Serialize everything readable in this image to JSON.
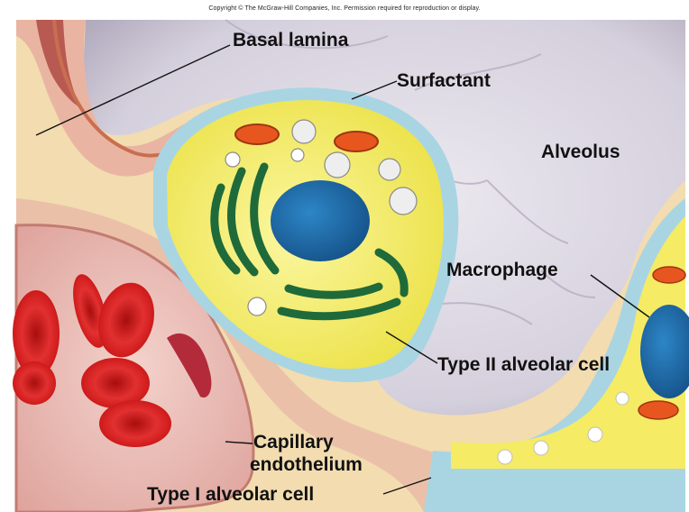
{
  "copyright": "Copyright © The McGraw-Hill Companies, Inc. Permission required for reproduction or display.",
  "labels": {
    "basal_lamina": "Basal lamina",
    "surfactant": "Surfactant",
    "alveolus": "Alveolus",
    "macrophage": "Macrophage",
    "type2": "Type II alveolar cell",
    "capillary": "Capillary",
    "endothelium": "endothelium",
    "type1": "Type I alveolar cell"
  },
  "colors": {
    "alveolus": "#d8d3df",
    "cytoplasm": "#f3ec52",
    "surfactant": "#a9d5e3",
    "nucleus": "#1f6fae",
    "golgi_er": "#1f6a3a",
    "mitochondria": "#e8561f",
    "tissue": "#f0d59a",
    "red_blood_cell": "#d81818"
  }
}
